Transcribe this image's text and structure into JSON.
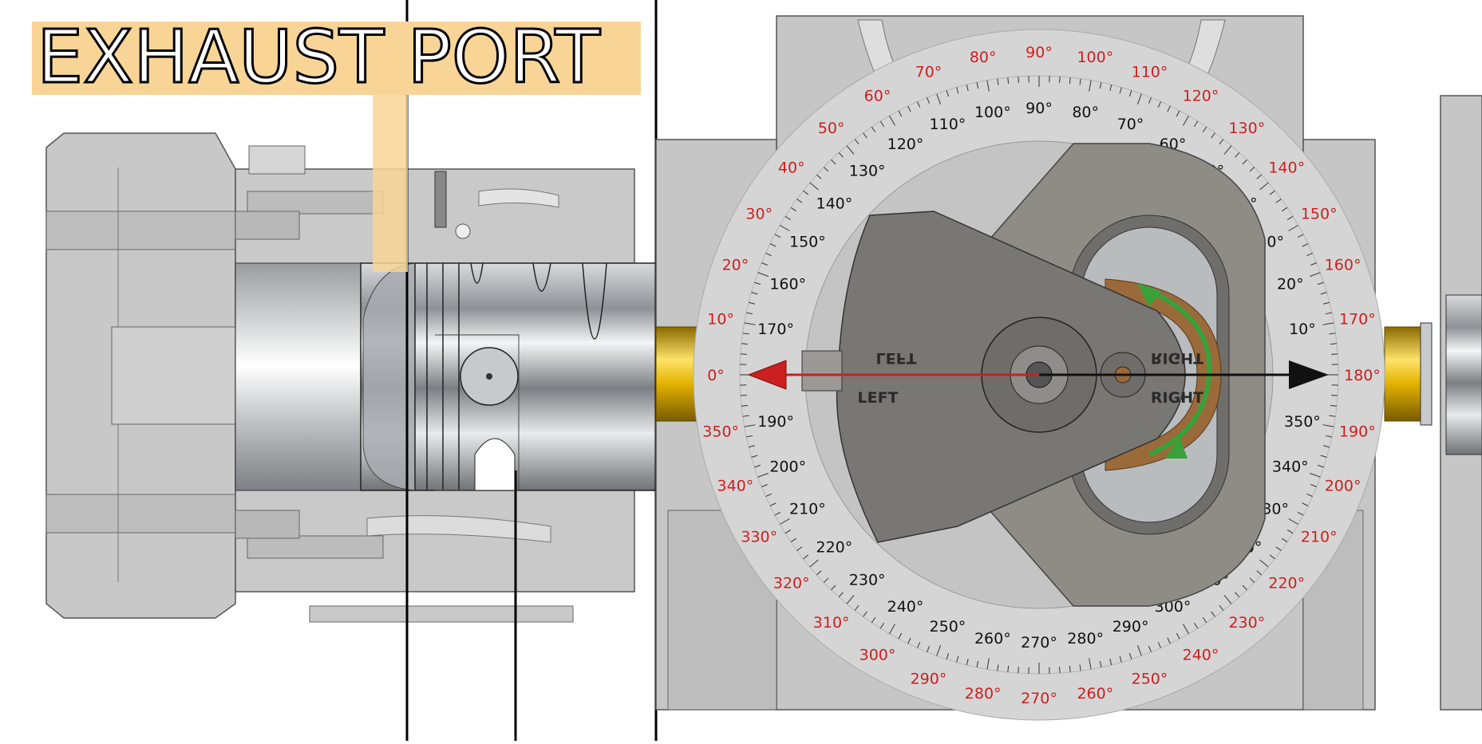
{
  "diagram": {
    "title": "EXHAUST PORT",
    "arrow_labels": {
      "left_upper": "LEFT",
      "left_lower": "LEFT",
      "right_upper": "RIGHT",
      "right_lower": "RIGHT"
    },
    "outer_scale": {
      "color": "#cc1f1f",
      "labels": [
        "0°",
        "10°",
        "20°",
        "30°",
        "40°",
        "50°",
        "60°",
        "70°",
        "80°",
        "90°",
        "100°",
        "110°",
        "120°",
        "130°",
        "140°",
        "150°",
        "160°",
        "170°",
        "180°",
        "190°",
        "200°",
        "210°",
        "220°",
        "230°",
        "240°",
        "250°",
        "260°",
        "270°",
        "280°",
        "290°",
        "300°",
        "310°",
        "320°",
        "330°",
        "340°",
        "350°"
      ]
    },
    "inner_scale": {
      "color": "#111111",
      "upper_labels": [
        "10°",
        "20°",
        "30°",
        "40°",
        "50°",
        "60°",
        "70°",
        "80°",
        "90°",
        "100°",
        "110°",
        "120°",
        "130°",
        "140°",
        "150°",
        "160°",
        "170°"
      ],
      "lower_labels": [
        "190°",
        "200°",
        "210°",
        "220°",
        "230°",
        "240°",
        "250°",
        "260°",
        "270°",
        "280°",
        "290°",
        "300°",
        "310°",
        "320°",
        "330°",
        "340°",
        "350°"
      ]
    },
    "colors": {
      "highlight": "#f8d597",
      "dial": "#d6d5d5",
      "body": "#c4c4c4",
      "dark_part": "#8c8a86",
      "brass": "#e3b300",
      "red_arrow": "#cc1f1f",
      "black_arrow": "#111111",
      "green_arrow": "#3aa13a",
      "bronze": "#9a6a3a"
    }
  }
}
